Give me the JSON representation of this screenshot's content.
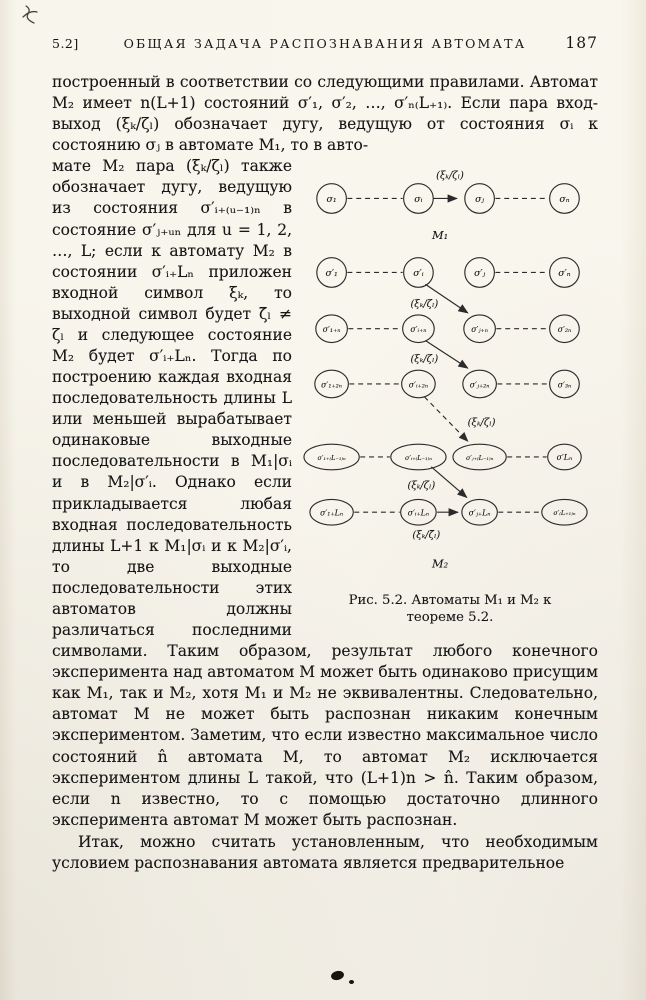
{
  "page": {
    "header": {
      "section": "5.2]",
      "title": "ОБЩАЯ ЗАДАЧА РАСПОЗНАВАНИЯ АВТОМАТА",
      "page_number": "187"
    },
    "paragraphs": {
      "p1": "построенный в соответствии со следующими правилами. Автомат M₂ имеет n(L+1) состояний σ′₁, σ′₂, …, σ′ₙ₍L₊₁₎. Если пара вход-выход (ξₖ/ζₗ) обозначает дугу, ведущую от состояния σᵢ к состоянию σⱼ в автомате M₁, то в авто-",
      "p2": "мате M₂ пара (ξₖ/ζₗ) также обозначает дугу, ведущую из состояния σ′ᵢ₊₍ᵤ₋₁₎ₙ в состояние σ′ⱼ₊ᵤₙ для u = 1, 2, …, L; если к автомату M₂ в состоянии σ′ᵢ₊Lₙ приложен входной символ ξₖ, то выходной символ будет ζ̄ₗ ≠ ζₗ и следующее состояние M₂ будет σ′ᵢ₊Lₙ. Тогда по построению каждая входная последовательность длины L или меньшей вырабатывает одинаковые выходные последовательности в M₁|σᵢ и в M₂|σ′ᵢ. Однако если прикладывается любая входная последовательность длины L+1 к M₁|σᵢ и к M₂|σ′ᵢ, то две выходные последовательности этих автоматов должны различаться последними символами. Таким образом, результат любого конечного эксперимента над автоматом M может быть одинаково присущим как M₁, так и M₂, хотя M₁ и M₂ не эквивалентны. Следовательно, автомат M не может быть распознан никаким конечным экспериментом. Заметим, что если известно максимальное число состояний n̂ автомата M, то автомат M₂ исключается экспериментом длины L такой, что (L+1)n > n̂. Таким образом, если n известно, то с помощью достаточно длинного эксперимента автомат M может быть распознан.",
      "p3": "Итак, можно считать установленным, что необходимым условием распознавания автомата является предварительное"
    }
  },
  "figure": {
    "caption": "Рис. 5.2. Автоматы M₁ и M₂ к теореме 5.2.",
    "m1": {
      "label": "M₁",
      "states": [
        "σ₁",
        "σᵢ",
        "σⱼ",
        "σₙ"
      ],
      "edge_label": "(ξₖ/ζₗ)"
    },
    "m2": {
      "label": "M₂",
      "rows": [
        [
          "σ′₁",
          "σ′ᵢ",
          "σ′ⱼ",
          "σ′ₙ"
        ],
        [
          "σ′₁₊ₙ",
          "σ′ᵢ₊ₙ",
          "σ′ⱼ₊ₙ",
          "σ′₂ₙ"
        ],
        [
          "σ′₁₊₂ₙ",
          "σ′ᵢ₊₂ₙ",
          "σ′ⱼ₊₂ₙ",
          "σ′₃ₙ"
        ],
        [
          "σ′₁₊₍L₋₁₎ₙ",
          "σ′ᵢ₊₍L₋₁₎ₙ",
          "σ′ⱼ₊₍L₋₁₎ₙ",
          "σ′Lₙ"
        ],
        [
          "σ′₁₊Lₙ",
          "σ′ᵢ₊Lₙ",
          "σ′ⱼ₊Lₙ",
          "σ′₍L₊₁₎ₙ"
        ]
      ],
      "edge_labels": [
        "(ξₖ/ζₗ)",
        "(ξₖ/ζₗ)",
        "(ξₖ/ζₗ)",
        "(ξₖ/ζₗ)",
        "(ξₖ/ζ̄ₗ)"
      ]
    }
  }
}
